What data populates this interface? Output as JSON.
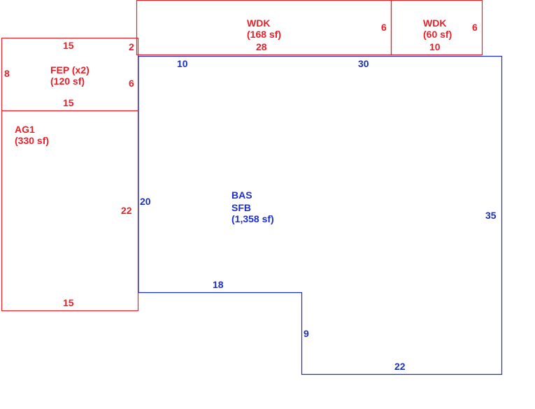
{
  "colors": {
    "addition": "#e8202a",
    "base": "#1c2fc8"
  },
  "areas": {
    "wdk_large": {
      "code": "WDK",
      "area": "(168 sf)"
    },
    "wdk_small": {
      "code": "WDK",
      "area": "(60 sf)"
    },
    "fep": {
      "code": "FEP (x2)",
      "area": "(120 sf)"
    },
    "ag1": {
      "code": "AG1",
      "area": "(330 sf)"
    },
    "bas": {
      "code": "BAS",
      "sub": "SFB",
      "area": "(1,358 sf)"
    }
  },
  "dimensions": {
    "wdk_large_right": "6",
    "wdk_large_bottom": "28",
    "wdk_small_right": "6",
    "wdk_small_bottom": "10",
    "fep_top": "15",
    "fep_top_right": "2",
    "fep_left": "8",
    "fep_right": "6",
    "fep_bottom": "15",
    "ag1_right": "22",
    "ag1_bottom": "15",
    "bas_top_left": "10",
    "bas_top_right": "30",
    "bas_left": "20",
    "bas_right": "35",
    "bas_step_top": "18",
    "bas_step_side": "9",
    "bas_bottom": "22"
  }
}
